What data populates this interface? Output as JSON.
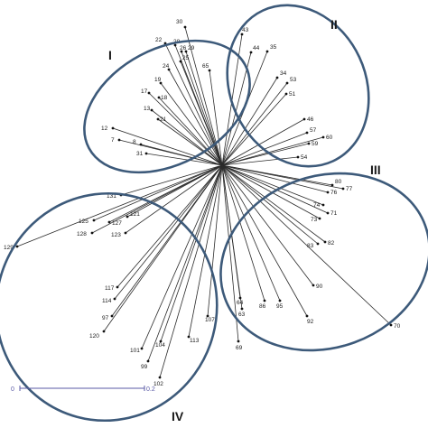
{
  "clusters": [
    {
      "label": "I",
      "color": "#3d5a7a"
    },
    {
      "label": "II",
      "color": "#3d5a7a"
    },
    {
      "label": "III",
      "color": "#3d5a7a"
    },
    {
      "label": "IV",
      "color": "#3d5a7a"
    }
  ],
  "leaves": [
    {
      "label": "30"
    },
    {
      "label": "22"
    },
    {
      "label": "28"
    },
    {
      "label": "26"
    },
    {
      "label": "29"
    },
    {
      "label": "24"
    },
    {
      "label": "19"
    },
    {
      "label": "25"
    },
    {
      "label": "17"
    },
    {
      "label": "18"
    },
    {
      "label": "13"
    },
    {
      "label": "21"
    },
    {
      "label": "12"
    },
    {
      "label": "7"
    },
    {
      "label": "31"
    },
    {
      "label": "8"
    },
    {
      "label": "65"
    },
    {
      "label": "43"
    },
    {
      "label": "44"
    },
    {
      "label": "35"
    },
    {
      "label": "34"
    },
    {
      "label": "53"
    },
    {
      "label": "51"
    },
    {
      "label": "46"
    },
    {
      "label": "57"
    },
    {
      "label": "60"
    },
    {
      "label": "59"
    },
    {
      "label": "54"
    },
    {
      "label": "80"
    },
    {
      "label": "77"
    },
    {
      "label": "76"
    },
    {
      "label": "74"
    },
    {
      "label": "71"
    },
    {
      "label": "73"
    },
    {
      "label": "82"
    },
    {
      "label": "83"
    },
    {
      "label": "90"
    },
    {
      "label": "92"
    },
    {
      "label": "70"
    },
    {
      "label": "131"
    },
    {
      "label": "125"
    },
    {
      "label": "127"
    },
    {
      "label": "128"
    },
    {
      "label": "129"
    },
    {
      "label": "121"
    },
    {
      "label": "123"
    },
    {
      "label": "117"
    },
    {
      "label": "114"
    },
    {
      "label": "97"
    },
    {
      "label": "120"
    },
    {
      "label": "101"
    },
    {
      "label": "99"
    },
    {
      "label": "104"
    },
    {
      "label": "113"
    },
    {
      "label": "102"
    },
    {
      "label": "107"
    },
    {
      "label": "64"
    },
    {
      "label": "63"
    },
    {
      "label": "86"
    },
    {
      "label": "95"
    },
    {
      "label": "69"
    }
  ],
  "scale": {
    "start": "0",
    "end": "0.2"
  }
}
